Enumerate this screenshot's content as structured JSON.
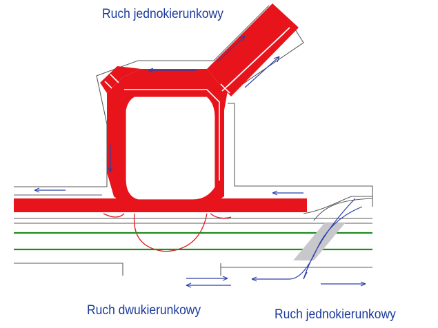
{
  "labels": {
    "top": "Ruch jednokierunkowy",
    "bottom_left": "Ruch dwukierunkowy",
    "bottom_right": "Ruch jednokierunkowy"
  },
  "colors": {
    "road_fill": "#e8141c",
    "edge_line": "#5a5a5a",
    "rail_line": "#1f8a1f",
    "crossing": "#c8c8cc",
    "arrow": "#2a3fa6",
    "text": "#1a3a9c"
  }
}
